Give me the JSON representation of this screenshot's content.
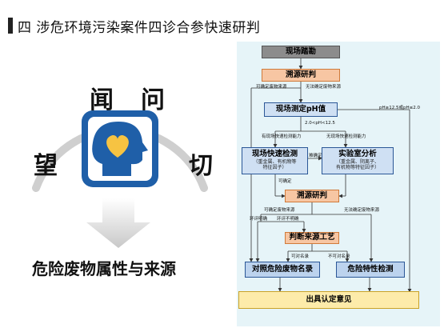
{
  "header": {
    "title": "四  涉危环境污染案件四诊合参快速研判"
  },
  "left": {
    "chars": {
      "wang": "望",
      "wen1": "闻",
      "wen2": "问",
      "qie": "切"
    },
    "bottom_text": "危险废物属性与来源"
  },
  "flow": {
    "nodes": {
      "scene": "现场踏勘",
      "trace1": "溯源研判",
      "ph": "现场测定pH值",
      "rapid": "现场快速检测",
      "rapid_sub1": "（重金属、有机物等",
      "rapid_sub2": "特征因子）",
      "lab": "实验室分析",
      "lab_sub1": "（重金属、阴离子、",
      "lab_sub2": "有机物等特征因子）",
      "trace2": "溯源研判",
      "process": "判断来源工艺",
      "list": "对照危险废物名录",
      "hazard": "危险特性检测",
      "final": "出具认定意见"
    },
    "labels": {
      "can_source": "可确定废物来源",
      "cannot_source": "无法确定废物来源",
      "ph_cond_high": "pH≥12.5或pH≤2.0",
      "ph_cond_mid": "2.0<pH<12.5",
      "has_rapid": "有现场快速检测能力",
      "no_rapid": "无现场快速检测能力",
      "hard_to_confirm": "难确定",
      "can_confirm": "可确定",
      "can_source2": "可确定废物来源",
      "cannot_source2": "无法确定废物来源",
      "eia_clear": "环评明确",
      "eia_unclear": "环评不明确",
      "listed": "可对名录",
      "not_listed": "不可对名录"
    }
  }
}
